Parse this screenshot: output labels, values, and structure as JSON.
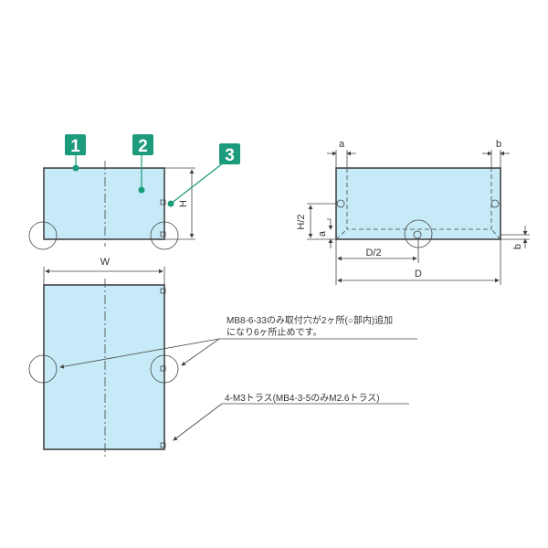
{
  "colors": {
    "body_fill": "#c6eaf7",
    "badge": "#1b9b7c",
    "line": "#444444"
  },
  "badges": [
    "1",
    "2",
    "3"
  ],
  "dims": {
    "H": "H",
    "W": "W",
    "a_top": "a",
    "b_top": "b",
    "H_half": "H/2",
    "a_side": "a",
    "b_side": "b",
    "D_half": "D/2",
    "D": "D"
  },
  "notes": {
    "note1_line1": "MB8-6-33のみ取付穴が2ヶ所(○部内)追加",
    "note1_line2": "になり6ヶ所止めです。",
    "note2": "4-M3トラス(MB4-3-5のみM2.6トラス)"
  }
}
